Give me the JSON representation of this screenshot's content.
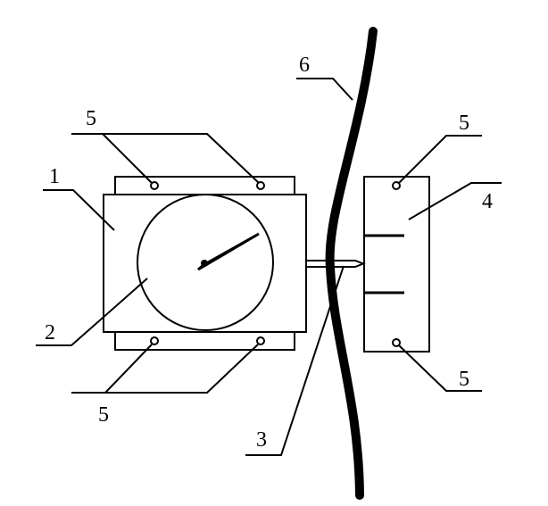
{
  "labels": {
    "dynamometer_body": "1",
    "dial": "2",
    "probe": "3",
    "reference_block": "4",
    "screw_top_left": "5",
    "screw_bottom_left": "5",
    "screw_top_right": "5",
    "screw_bottom_right": "5",
    "belt": "6"
  }
}
